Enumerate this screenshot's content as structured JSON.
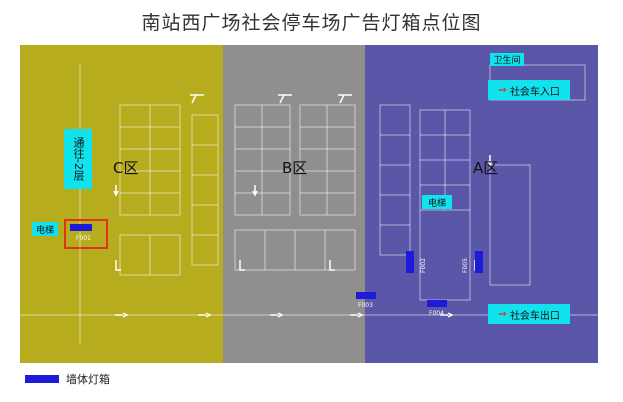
{
  "title": "南站西广场社会停车场广告灯箱点位图",
  "zones": {
    "c_label": "C区",
    "b_label": "B区",
    "a_label": "A区"
  },
  "labels": {
    "to_level2": "通往-2层",
    "elevator_left": "电梯",
    "elevator_center": "电梯",
    "restroom": "卫生间",
    "entrance": "社会车入口",
    "exit": "社会车出口"
  },
  "lightboxes": [
    {
      "code": "F001"
    },
    {
      "code": "F002"
    },
    {
      "code": "F003"
    },
    {
      "code": "F004"
    },
    {
      "code": "F005"
    }
  ],
  "legend": {
    "label": "墙体灯箱"
  },
  "colors": {
    "zone_c": "#b7ac1d",
    "zone_b": "#8f8f8f",
    "zone_a": "#5a56a8",
    "label_box": "#10e3ee",
    "lightbox": "#1c1cd8",
    "highlight": "#e0341a"
  },
  "icons": {
    "entrance_arrow": "red-arrow-icon",
    "exit_arrow": "red-arrow-icon"
  }
}
